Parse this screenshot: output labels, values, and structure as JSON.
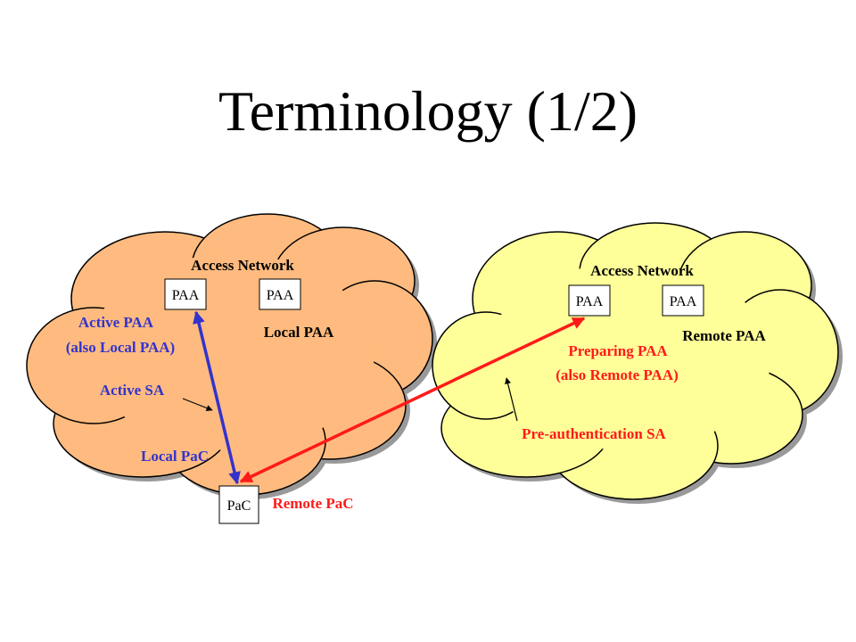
{
  "slide": {
    "title": "Terminology (1/2)"
  },
  "colors": {
    "left_cloud_fill": "#FFBB7F",
    "right_cloud_fill": "#FFFF99",
    "active_sa_line": "#3333CC",
    "remote_line": "#FF1A1A",
    "blue_label": "#3333CC",
    "red_label": "#FF1A1A"
  },
  "left_network": {
    "name": "Access Network",
    "box_a": "PAA",
    "box_b": "PAA",
    "local_paa": "Local PAA",
    "active_paa_line1": "Active PAA",
    "active_paa_line2": "(also Local PAA)",
    "active_sa": "Active SA",
    "local_pac": "Local PaC"
  },
  "right_network": {
    "name": "Access Network",
    "box_a": "PAA",
    "box_b": "PAA",
    "remote_paa": "Remote PAA",
    "preparing_line1": "Preparing PAA",
    "preparing_line2": "(also Remote PAA)",
    "preauth_sa": "Pre-authentication SA"
  },
  "pac": {
    "box": "PaC",
    "remote_pac": "Remote PaC"
  }
}
